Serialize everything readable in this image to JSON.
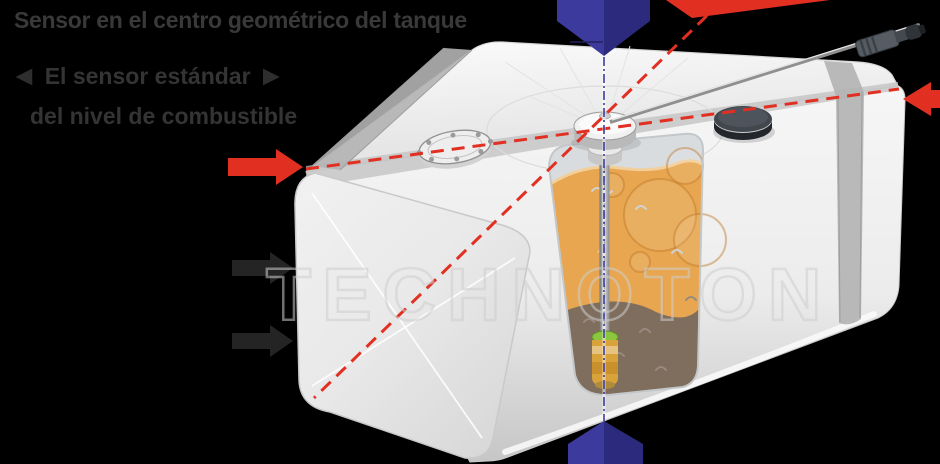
{
  "annotations": {
    "title": "Sensor en el centro geométrico del tanque",
    "sensor_label_line1": "El sensor estándar",
    "sensor_label_line2": "del nivel de combustible",
    "left_arrowhead": "◄",
    "right_arrowhead": "►"
  },
  "watermark": "TECHNOTON",
  "colors": {
    "accent_red": "#e13022",
    "accent_blue": "#3c3a9d",
    "accent_blue_dark": "#2b2a7c",
    "fuel_orange": "#e7a64f",
    "fuel_surface_light": "#f2cf9a",
    "fuel_lower_brown": "#7b6b5e",
    "float_green": "#8cc63e",
    "float_body_orange": "#d9a33c",
    "cap_gray": "#41474d",
    "tank_light": "#f4f4f4",
    "strap_gray": "#b2b2b2",
    "text_dark": "#393939",
    "watermark_gray": "#cdcdcd"
  }
}
